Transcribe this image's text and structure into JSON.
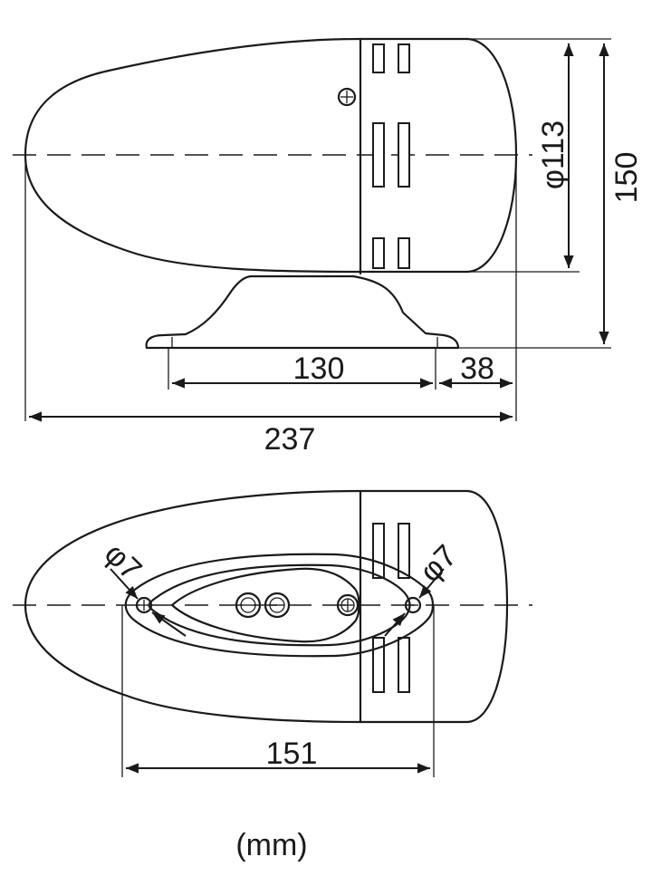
{
  "side_view": {
    "dim_diameter": "φ113",
    "dim_height": "150",
    "dim_base": "130",
    "dim_offset": "38",
    "dim_length": "237"
  },
  "top_view": {
    "dim_hole_left": "φ7",
    "dim_hole_right": "φ7",
    "dim_hole_spacing": "151"
  },
  "unit_label": "(mm)"
}
